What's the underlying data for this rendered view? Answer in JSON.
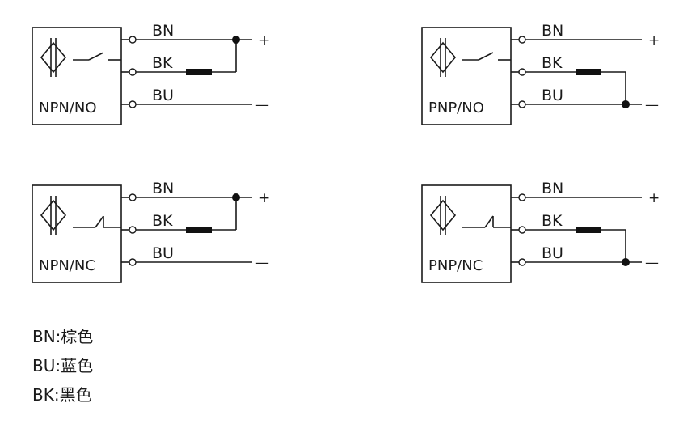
{
  "wire_labels": {
    "bn": "BN",
    "bk": "BK",
    "bu": "BU"
  },
  "signs": {
    "plus": "+",
    "minus": "—"
  },
  "diagrams": [
    {
      "id": "npn-no",
      "type_label": "NPN/NO"
    },
    {
      "id": "pnp-no",
      "type_label": "PNP/NO"
    },
    {
      "id": "npn-nc",
      "type_label": "NPN/NC"
    },
    {
      "id": "pnp-nc",
      "type_label": "PNP/NC"
    }
  ],
  "legend": [
    {
      "text": "BN:棕色"
    },
    {
      "text": "BU:蓝色"
    },
    {
      "text": "BK:黑色"
    }
  ]
}
